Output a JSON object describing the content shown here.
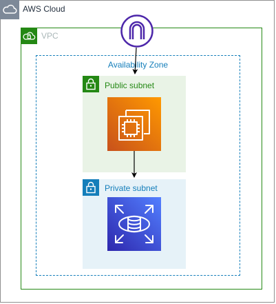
{
  "groups": {
    "aws_cloud": {
      "label": "AWS Cloud",
      "icon": "cloud-icon"
    },
    "vpc": {
      "label": "VPC",
      "icon": "vpc-cloud-lock-icon"
    },
    "availability_zone": {
      "label": "Availability Zone"
    },
    "public_subnet": {
      "label": "Public subnet",
      "icon": "lock-icon"
    },
    "private_subnet": {
      "label": "Private subnet",
      "icon": "lock-icon"
    }
  },
  "nodes": {
    "internet_gateway": {
      "icon": "internet-gateway-icon",
      "color": "#4d27aa"
    },
    "ec2_instance": {
      "icon": "ec2-instance-icon",
      "color": "#ed7100"
    },
    "rds_database": {
      "icon": "rds-database-icon",
      "color": "#3b48cc"
    }
  },
  "colors": {
    "cloud_border": "#8f8f8f",
    "vpc_green": "#248814",
    "az_blue": "#147eba",
    "public_fill": "#e9f3e6",
    "private_fill": "#e6f2f8"
  }
}
